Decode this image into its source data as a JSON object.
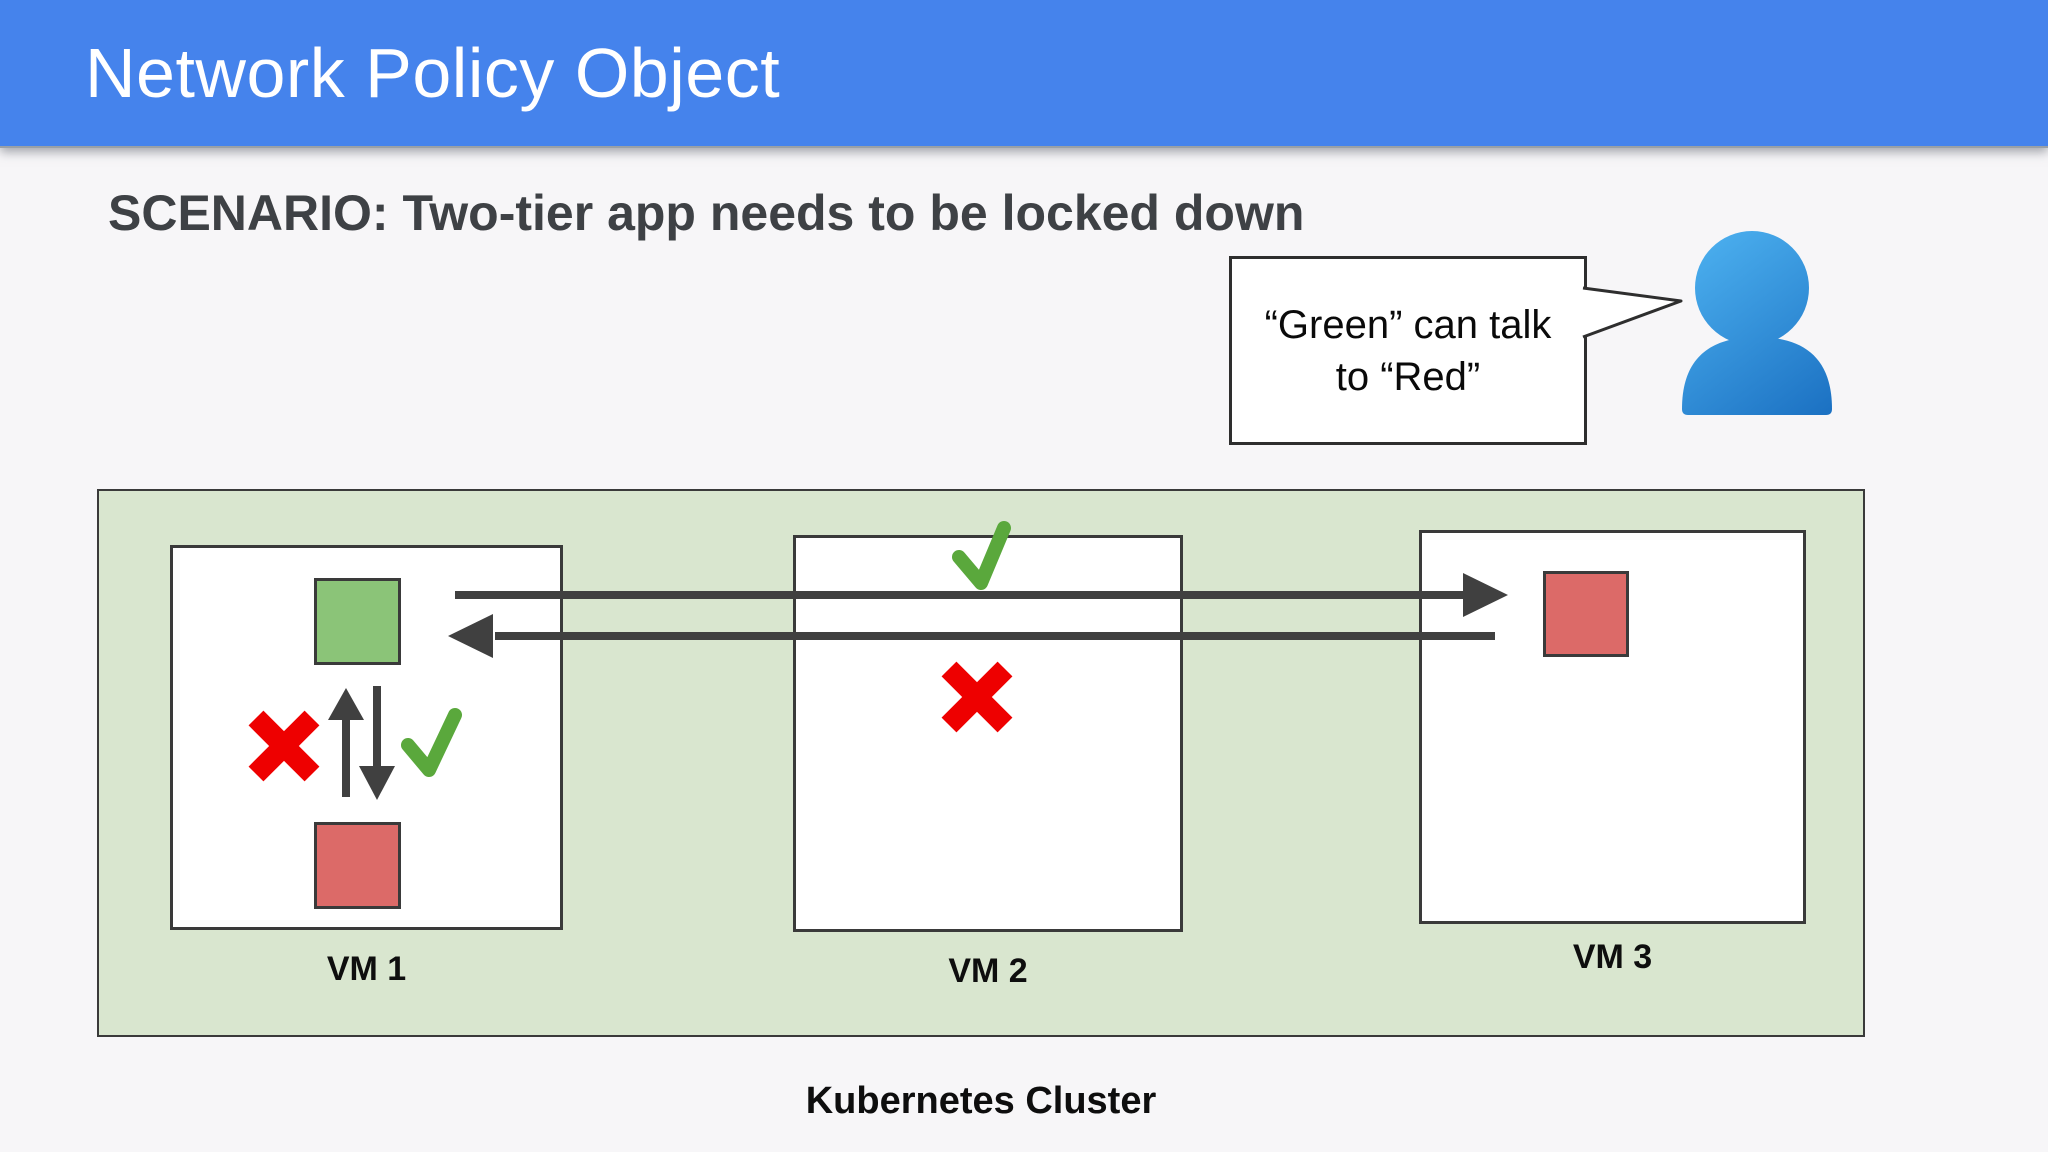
{
  "header": {
    "title": "Network Policy Object"
  },
  "scenario": {
    "heading": "SCENARIO: Two-tier app needs to be locked down"
  },
  "speech_bubble": {
    "line1": "“Green” can talk",
    "line2": "to “Red”"
  },
  "cluster": {
    "label": "Kubernetes Cluster",
    "vms": [
      {
        "label": "VM 1",
        "contents": [
          "green-pod",
          "red-pod",
          "blocked-up-arrow",
          "allowed-down-arrow",
          "cross-mark",
          "check-mark"
        ]
      },
      {
        "label": "VM 2",
        "contents": [
          "check-mark",
          "cross-mark"
        ]
      },
      {
        "label": "VM 3",
        "contents": [
          "red-pod"
        ]
      }
    ]
  },
  "icons": {
    "person": "person-icon",
    "cross": "cross-icon",
    "check": "check-icon",
    "arrow_right": "right-arrow-icon",
    "arrow_left": "left-arrow-icon",
    "arrow_up": "up-arrow-icon",
    "arrow_down": "down-arrow-icon",
    "bubble_tail": "speech-bubble-tail"
  },
  "colors": {
    "header_blue": "#4583ec",
    "page_bg": "#f7f6f8",
    "title_text": "#ffffff",
    "heading_text": "#3e4145",
    "cluster_bg": "#d9e6cf",
    "cluster_border": "#3a3a3a",
    "vm_bg": "#ffffff",
    "vm_border": "#3a3a3a",
    "green_pod": "#8bc478",
    "red_pod": "#dc6a68",
    "pod_border": "#3a3a3a",
    "arrow": "#404040",
    "cross_red": "#ee0000",
    "check_green": "#5aa83c",
    "bubble_border": "#2e2e2e",
    "label_text": "#0e0e0e",
    "person_blue_light": "#4fb4f2",
    "person_blue_dark": "#1a6fc1"
  }
}
